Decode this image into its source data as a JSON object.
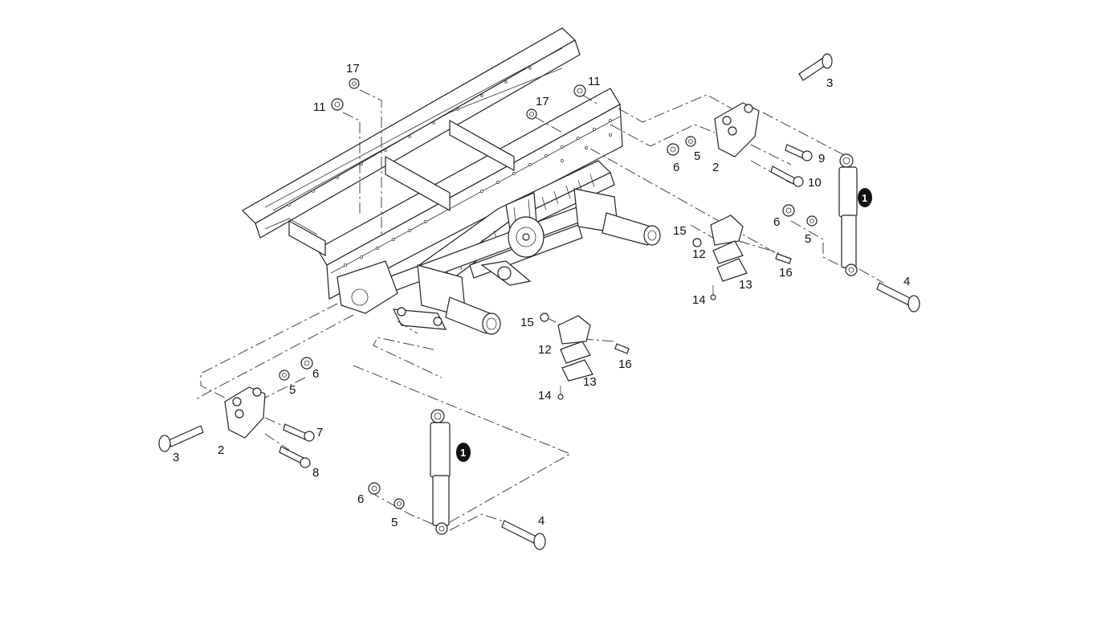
{
  "labels": {
    "c17a": "17",
    "c11a": "11",
    "c11b": "11",
    "c17b": "17",
    "c3a": "3",
    "c6a": "6",
    "c5a": "5",
    "c2a": "2",
    "c9": "9",
    "c10": "10",
    "c6b": "6",
    "c5b": "5",
    "c1a": "1",
    "c15a": "15",
    "c12a": "12",
    "c16a": "16",
    "c13a": "13",
    "c14a": "14",
    "c4a": "4",
    "c15b": "15",
    "c12b": "12",
    "c16b": "16",
    "c13b": "13",
    "c14b": "14",
    "c6c": "6",
    "c5c": "5",
    "c7": "7",
    "c3b": "3",
    "c2b": "2",
    "c8": "8",
    "c1b": "1",
    "c6d": "6",
    "c5d": "5",
    "c4b": "4"
  }
}
